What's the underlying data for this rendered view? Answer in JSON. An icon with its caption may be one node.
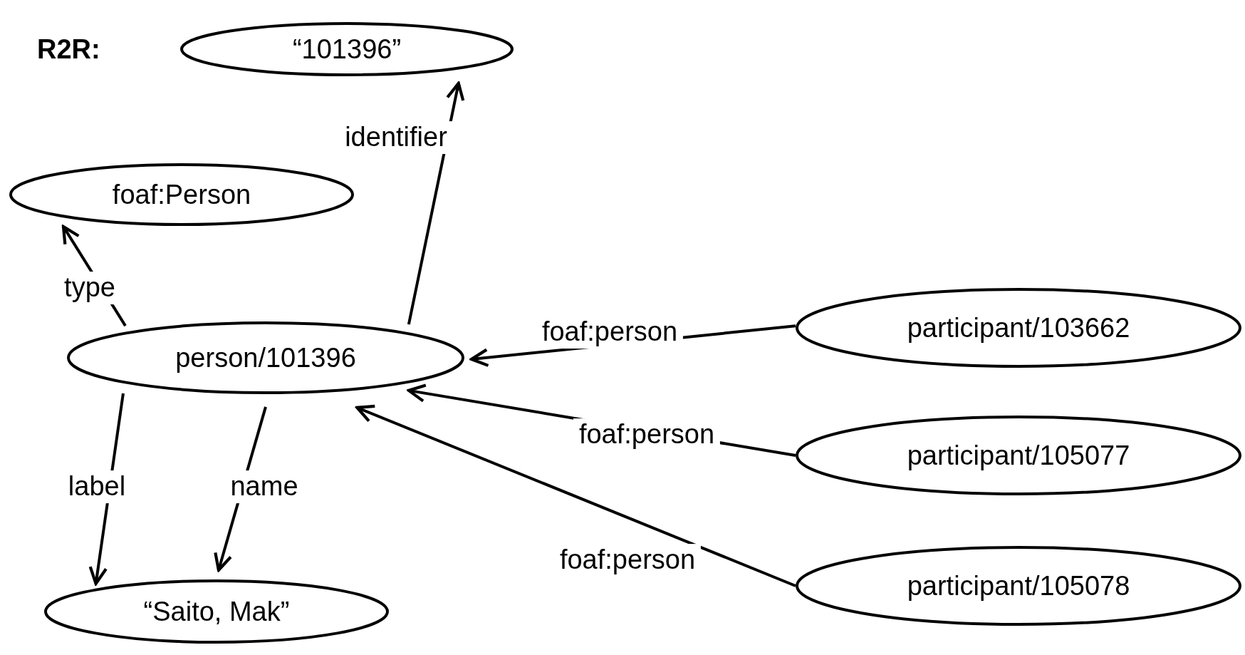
{
  "diagram": {
    "nodes": [
      {
        "text": [
          "“101396”"
        ]
      },
      {
        "text": [
          "foaf:Person"
        ]
      },
      {
        "text": [
          "person/101396"
        ]
      },
      {
        "text": [
          "participant/103662"
        ]
      },
      {
        "text": [
          "participant/105077"
        ]
      },
      {
        "text": [
          "participant/105078"
        ]
      },
      {
        "text": [
          "“Saito, Mak”"
        ]
      }
    ],
    "edges": [
      {
        "from": 2,
        "to": 0,
        "arrow": "to",
        "label": "identifier"
      },
      {
        "from": 2,
        "to": 1,
        "arrow": "to",
        "label": "type"
      },
      {
        "from": 2,
        "to": 6,
        "arrow": "to",
        "label": "label"
      },
      {
        "from": 2,
        "to": 6,
        "arrow": "to",
        "label": "name"
      },
      {
        "from": 3,
        "to": 2,
        "arrow": "to",
        "label": "foaf:person"
      },
      {
        "from": 4,
        "to": 2,
        "arrow": "to",
        "label": "foaf:person"
      },
      {
        "from": 5,
        "to": 2,
        "arrow": "to",
        "label": "foaf:person"
      }
    ],
    "labels": [
      "R2R:"
    ]
  }
}
